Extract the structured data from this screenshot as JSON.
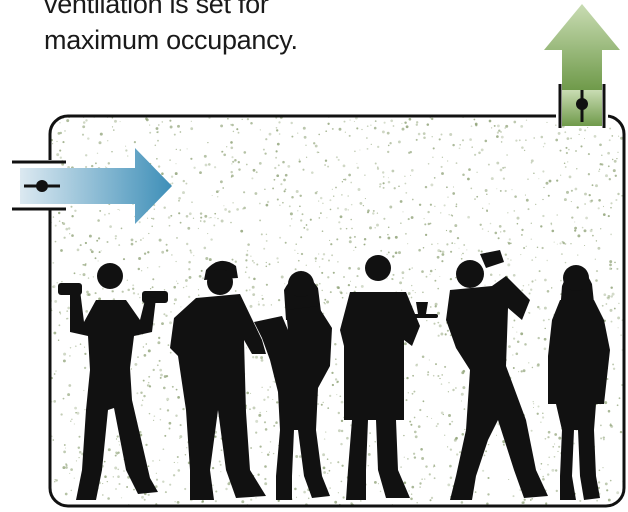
{
  "caption": {
    "line1": "ventilation is set for",
    "line2": "maximum occupancy."
  },
  "colors": {
    "room_outline": "#111111",
    "speckle": "#8fa277",
    "inflow_arrow_start": "#dce9f1",
    "inflow_arrow_end": "#3e8fb8",
    "outflow_arrow_start": "#6f9a4a",
    "outflow_arrow_end": "#c9dcb3",
    "silhouette": "#111111"
  },
  "icons": {
    "inlet_damper": "damper-icon",
    "outlet_damper": "damper-icon",
    "inflow": "arrow-right-icon",
    "outflow": "arrow-up-icon"
  },
  "occupants": [
    "person-with-dumbbells",
    "worker-in-cap",
    "woman-with-clipboard",
    "waiter-with-tray",
    "man-drinking",
    "woman-standing"
  ]
}
